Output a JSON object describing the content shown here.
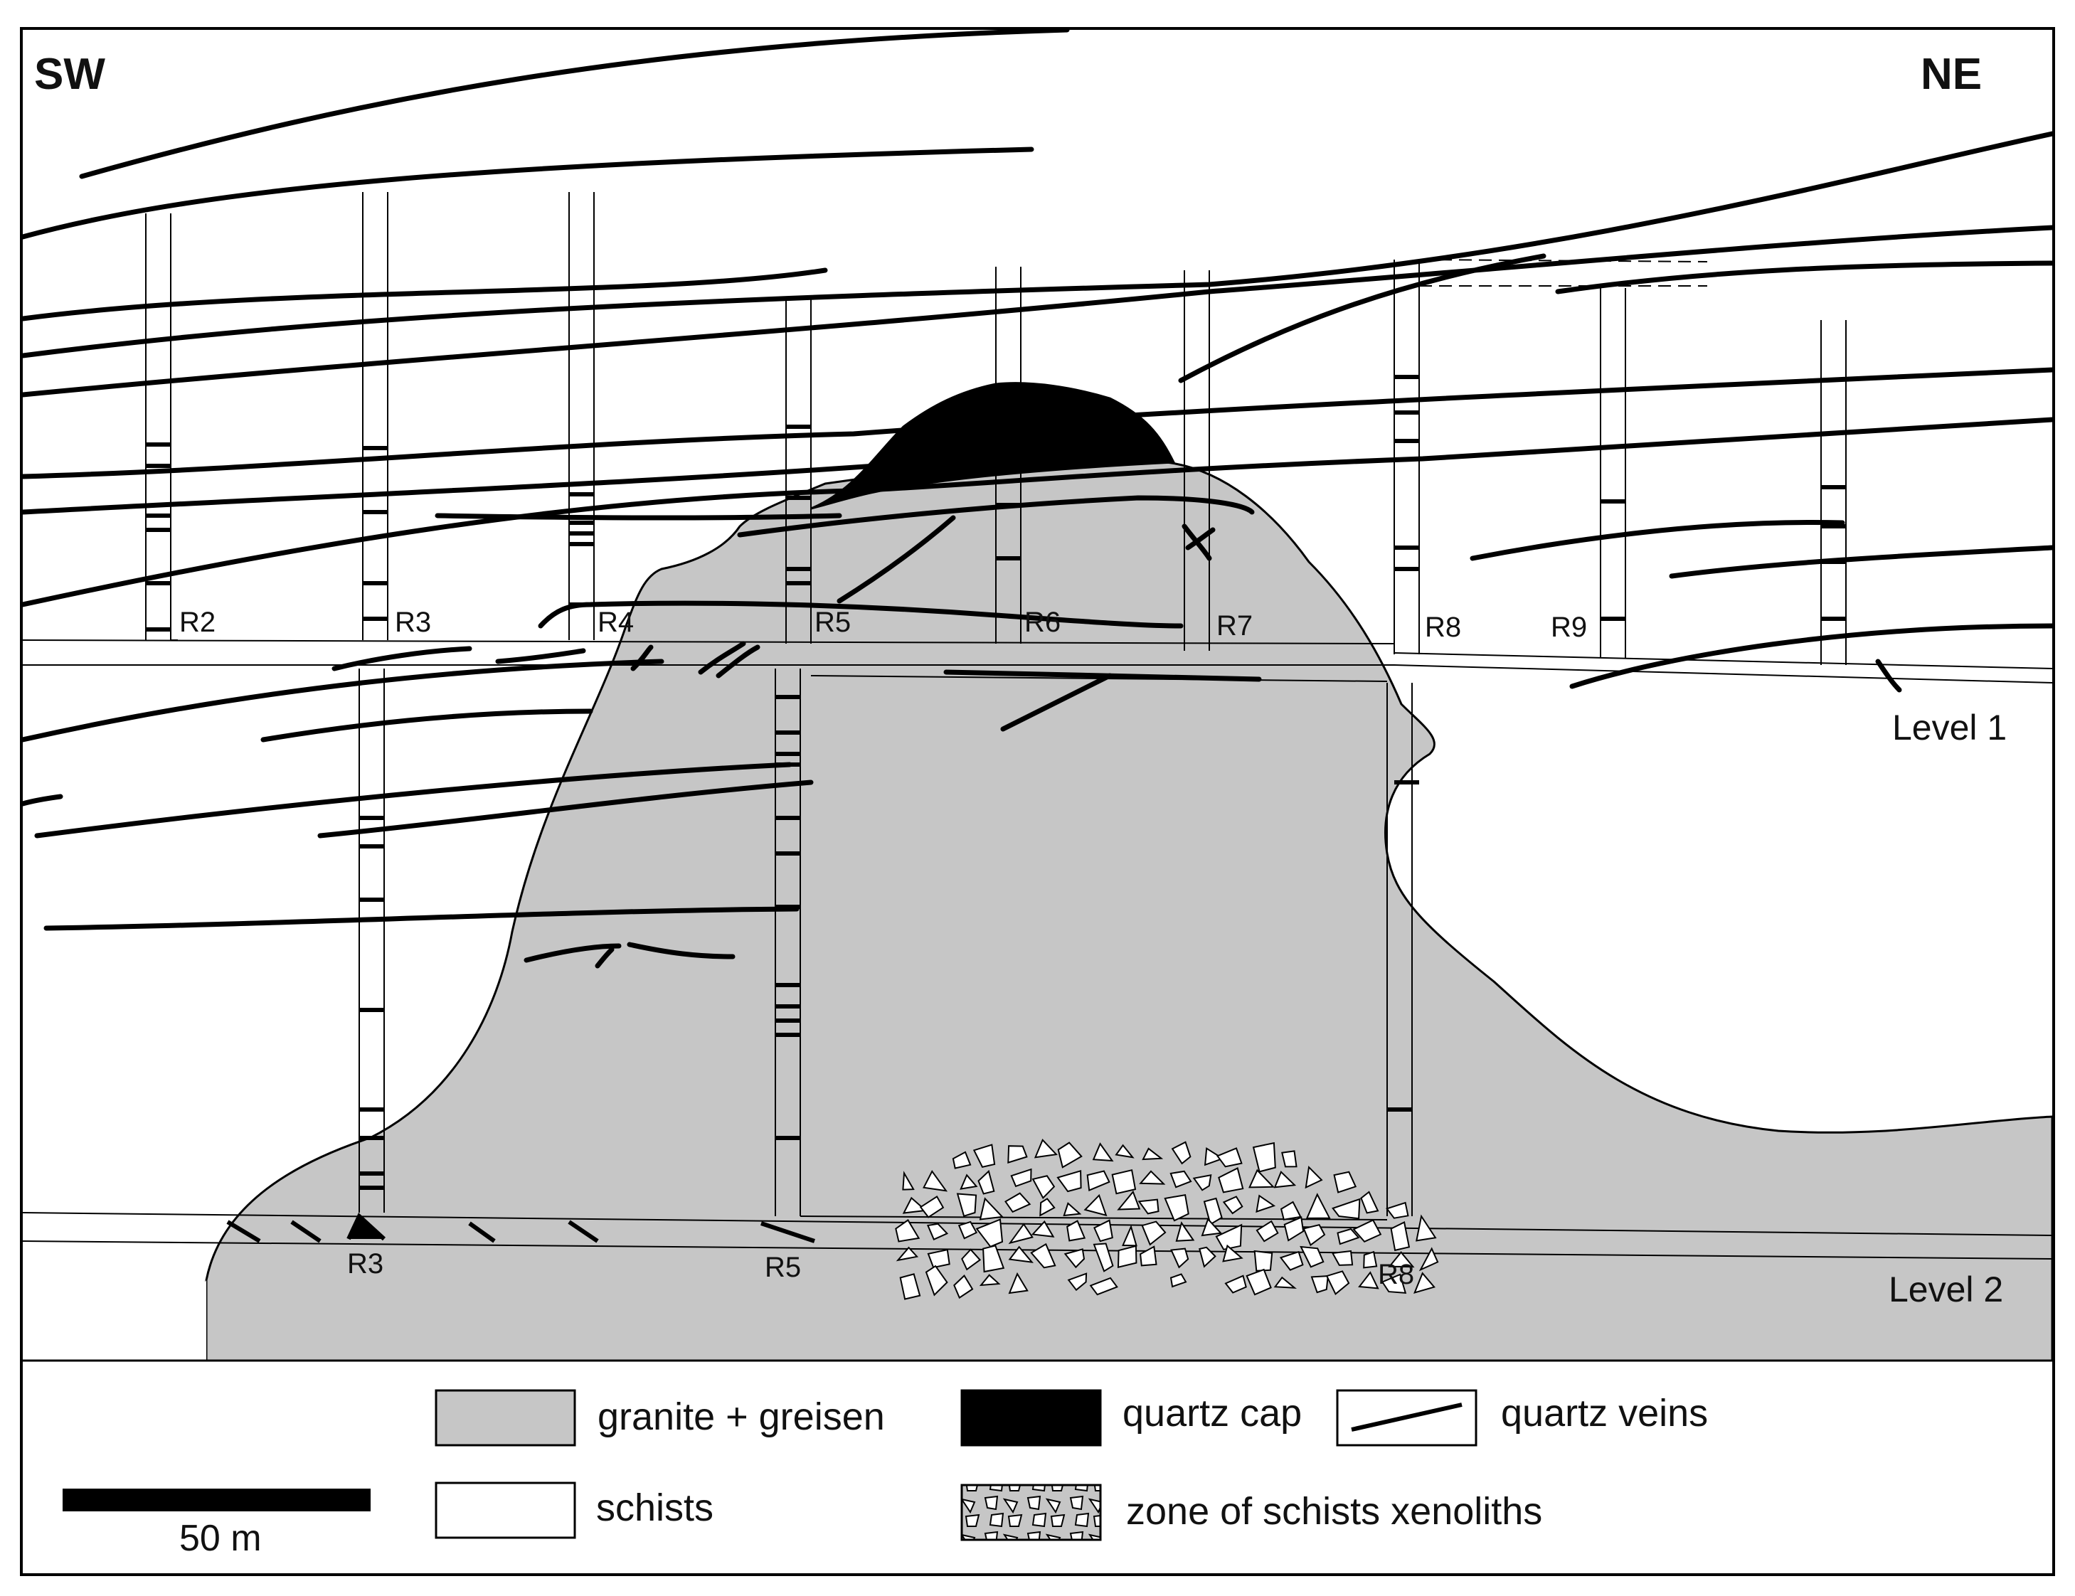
{
  "orientation": {
    "left": "SW",
    "right": "NE"
  },
  "raises_upper": [
    "R2",
    "R3",
    "R4",
    "R5",
    "R6",
    "R7",
    "R8",
    "R9"
  ],
  "raises_lower": [
    "R3",
    "R5",
    "R8"
  ],
  "levels": {
    "upper": "Level 1",
    "lower": "Level 2"
  },
  "legend": {
    "granite": "granite + greisen",
    "schists": "schists",
    "quartz_cap": "quartz cap",
    "quartz_veins": "quartz veins",
    "xenoliths": "zone of schists xenoliths"
  },
  "scale_bar": {
    "label": "50 m"
  },
  "colors": {
    "granite_fill": "#c6c6c6",
    "quartz_cap_fill": "#000000",
    "schists_fill": "#ffffff",
    "line": "#000000"
  }
}
